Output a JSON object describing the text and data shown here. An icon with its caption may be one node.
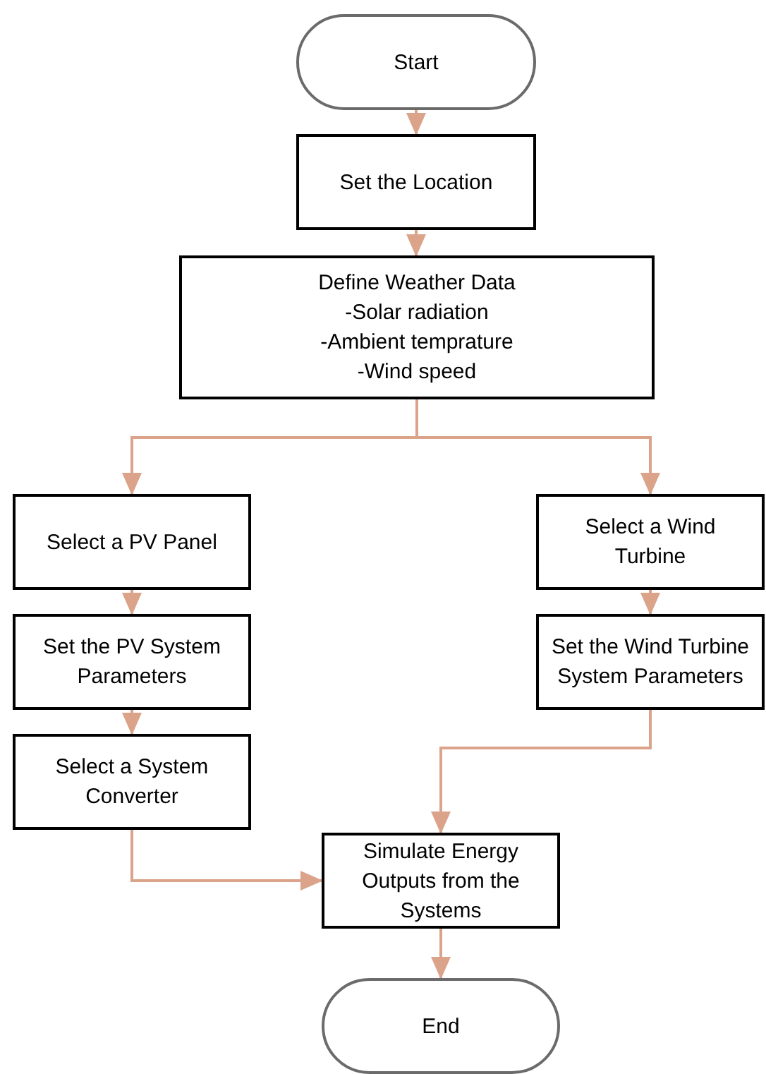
{
  "diagram": {
    "nodes": [
      {
        "text": [
          "Start"
        ]
      },
      {
        "text": [
          "Set the Location"
        ]
      },
      {
        "text": [
          "Define Weather Data",
          "-Solar radiation",
          "-Ambient temprature",
          "-Wind speed"
        ]
      },
      {
        "text": [
          "Select a PV Panel"
        ]
      },
      {
        "text": [
          "Set the PV System Parameters"
        ]
      },
      {
        "text": [
          "Select a System Converter"
        ]
      },
      {
        "text": [
          "Select a Wind Turbine"
        ]
      },
      {
        "text": [
          "Set the Wind Turbine System Parameters"
        ]
      },
      {
        "text": [
          "Simulate Energy Outputs from the Systems"
        ]
      },
      {
        "text": [
          "End"
        ]
      }
    ],
    "edges": [
      {
        "from": 0,
        "to": 1,
        "arrow": "to"
      },
      {
        "from": 1,
        "to": 2,
        "arrow": "to"
      },
      {
        "from": 2,
        "to": 3,
        "arrow": "to"
      },
      {
        "from": 2,
        "to": 6,
        "arrow": "to"
      },
      {
        "from": 3,
        "to": 4,
        "arrow": "to"
      },
      {
        "from": 4,
        "to": 5,
        "arrow": "to"
      },
      {
        "from": 5,
        "to": 8,
        "arrow": "to"
      },
      {
        "from": 6,
        "to": 7,
        "arrow": "to"
      },
      {
        "from": 7,
        "to": 8,
        "arrow": "to"
      },
      {
        "from": 8,
        "to": 9,
        "arrow": "to"
      }
    ]
  }
}
